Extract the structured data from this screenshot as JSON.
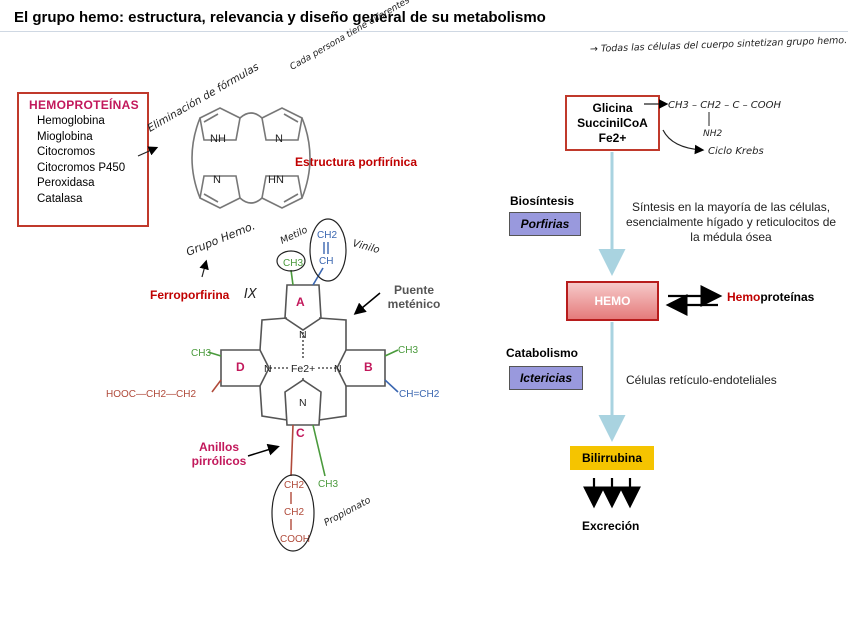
{
  "title": "El grupo hemo: estructura, relevancia y diseño general de su metabolismo",
  "hemoproteins": {
    "header": "HEMOPROTEÍNAS",
    "items": [
      "Hemoglobina",
      "Mioglobina",
      "Citocromos",
      "Citocromos P450",
      "Peroxidasa",
      "Catalasa"
    ]
  },
  "porphyrin": {
    "label": "Estructura porfirínica",
    "atoms": [
      "NH",
      "N",
      "N",
      "HN"
    ]
  },
  "ferroporphyrin": {
    "label": "Ferroporfirina",
    "bridge_label": "Puente meténico",
    "rings_label": "Anillos pirrólicos",
    "ring_letters": [
      "A",
      "B",
      "C",
      "D"
    ],
    "center_atom": "Fe2+",
    "n_atom": "N",
    "groups": {
      "ch3": "CH3",
      "ch2": "CH2",
      "ch": "CH",
      "vinyl": "CH=CH2",
      "propionate_left": "HOOC—CH2—CH2",
      "cooh": "COOH"
    }
  },
  "synthesis": {
    "inputs": [
      "Glicina",
      "SuccinilCoA",
      "Fe2+"
    ],
    "biosynthesis_label": "Biosíntesis",
    "biosynthesis_box": "Porfirias",
    "biosynthesis_note": "Síntesis en la mayoría de las células, esencialmente hígado y reticulocitos de la médula ósea",
    "hemo": "HEMO",
    "hemoproteins_prefix": "Hemo",
    "hemoproteins_suffix": "proteínas",
    "catabolism_label": "Catabolismo",
    "catabolism_box": "Ictericias",
    "catabolism_note": "Células retículo-endoteliales",
    "bilirubin": "Bilirrubina",
    "excretion": "Excreción"
  },
  "handwriting": {
    "formation": "Eliminación de fórmulas",
    "each": "Cada persona tiene diferentes efectos usando el mismo fármaco",
    "group": "Grupo Hemo.",
    "methyl": "Metilo",
    "vinyl": "Vinilo",
    "propionate": "Propionato",
    "cells": "→ Todas las células del cuerpo sintetizan grupo hemo.",
    "glycine_formula": "CH3 – CH2 – C – COOH",
    "nh2": "NH2",
    "krebs": "Ciclo Krebs",
    "roman": "IX"
  },
  "colors": {
    "accent_red": "#c00000",
    "magenta": "#c2185b",
    "purple_box": "#9999dd",
    "bilirubin": "#f5c400",
    "flow_arrow": "#a9d3e0"
  }
}
